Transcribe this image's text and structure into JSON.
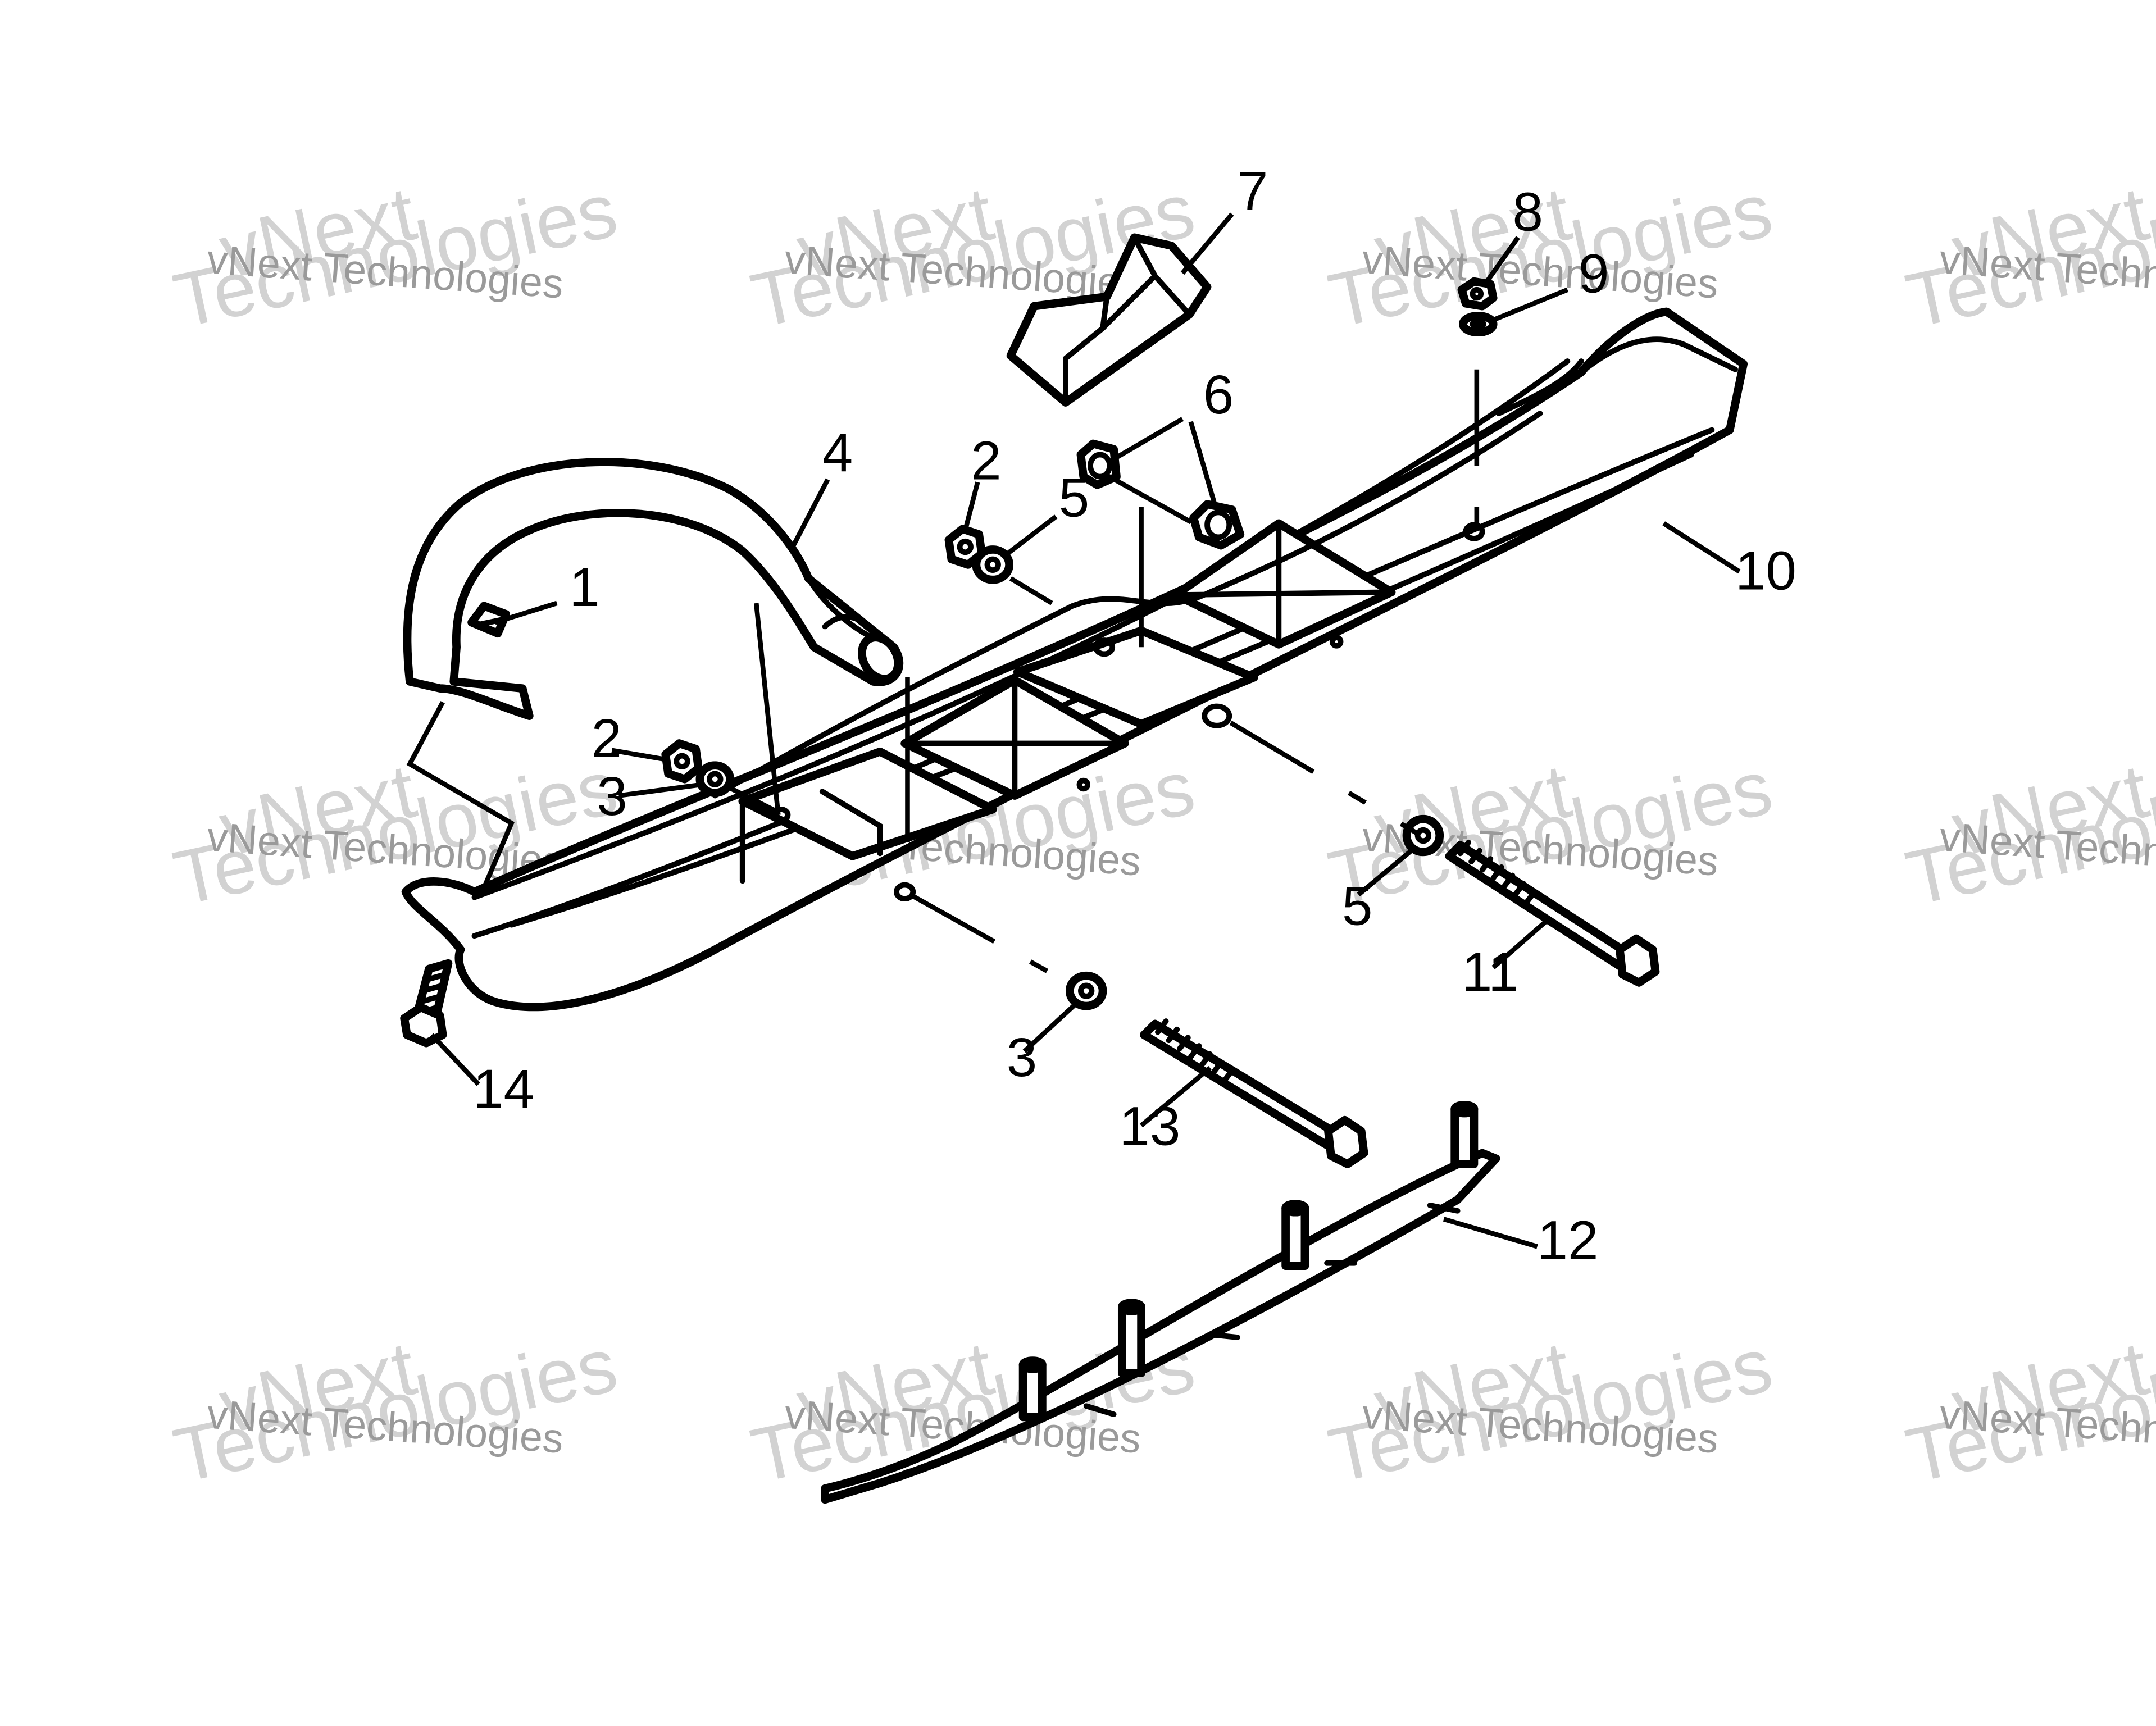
{
  "watermark": {
    "line_1": "vNext",
    "line_2": "Technologies",
    "line_3": "vNext Technologies"
  },
  "callouts": [
    {
      "id": "c1",
      "label": "1"
    },
    {
      "id": "c2a",
      "label": "2"
    },
    {
      "id": "c2b",
      "label": "2"
    },
    {
      "id": "c3a",
      "label": "3"
    },
    {
      "id": "c3b",
      "label": "3"
    },
    {
      "id": "c4",
      "label": "4"
    },
    {
      "id": "c5a",
      "label": "5"
    },
    {
      "id": "c5b",
      "label": "5"
    },
    {
      "id": "c6",
      "label": "6"
    },
    {
      "id": "c7",
      "label": "7"
    },
    {
      "id": "c8",
      "label": "8"
    },
    {
      "id": "c9",
      "label": "9"
    },
    {
      "id": "c10",
      "label": "10"
    },
    {
      "id": "c11",
      "label": "11"
    },
    {
      "id": "c12",
      "label": "12"
    },
    {
      "id": "c13",
      "label": "13"
    },
    {
      "id": "c14",
      "label": "14"
    }
  ]
}
